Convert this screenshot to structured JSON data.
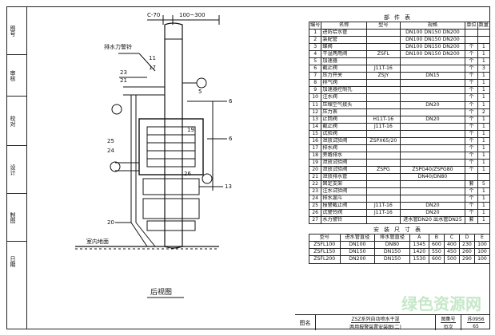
{
  "sidebar": [
    "图号",
    "审核",
    "校对",
    "设计",
    "制图",
    "日期"
  ],
  "drawing": {
    "dim_left": "C-70",
    "dim_right": "100~300",
    "drain_pipe": "排水力警铃",
    "ground": "室内地面",
    "view": "后视图",
    "labels": [
      "11",
      "17",
      "5",
      "23",
      "21",
      "6",
      "25",
      "26",
      "24",
      "6",
      "13",
      "20",
      "19"
    ]
  },
  "parts_table": {
    "caption": "部件表",
    "headers": [
      "编号",
      "名称",
      "型号",
      "规格",
      "单位",
      "数量"
    ],
    "rows": [
      [
        "1",
        "进防给水管",
        "",
        "DN100  DN150  DN200",
        "",
        ""
      ],
      [
        "2",
        "装配管",
        "",
        "DN100  DN150  DN200",
        "",
        ""
      ],
      [
        "3",
        "蝶阀",
        "",
        "DN100  DN150  DN200",
        "个",
        "1"
      ],
      [
        "4",
        "干湿两用阀",
        "ZSFL",
        "DN100  DN150  DN200",
        "个",
        "1"
      ],
      [
        "5",
        "加速器",
        "",
        "",
        "个",
        "1"
      ],
      [
        "6",
        "截止阀",
        "J11T-16",
        "",
        "个",
        "3"
      ],
      [
        "7",
        "压力开关",
        "ZSJY",
        "DN15",
        "个",
        "1"
      ],
      [
        "8",
        "排气阀",
        "",
        "",
        "个",
        "1"
      ],
      [
        "9",
        "加速器控制孔",
        "",
        "",
        "个",
        "1"
      ],
      [
        "10",
        "注水阀",
        "",
        "",
        "个",
        "1"
      ],
      [
        "11",
        "压缩空气接头",
        "",
        "DN20",
        "个",
        "1"
      ],
      [
        "12",
        "压力表",
        "",
        "",
        "个",
        "2"
      ],
      [
        "13",
        "止回阀",
        "H11T-16",
        "DN20",
        "个",
        "1"
      ],
      [
        "14",
        "截止阀",
        "J11T-16",
        "",
        "个",
        "1"
      ],
      [
        "15",
        "试验阀",
        "",
        "",
        "个",
        "1"
      ],
      [
        "16",
        "泄放试验阀",
        "ZSPX65/20",
        "",
        "个",
        "1"
      ],
      [
        "17",
        "排水阀",
        "",
        "",
        "个",
        "1"
      ],
      [
        "18",
        "旁路排水",
        "",
        "",
        "个",
        "1"
      ],
      [
        "19",
        "泄放试验阀",
        "",
        "",
        "个",
        "1"
      ],
      [
        "20",
        "泄放试验阀",
        "ZSPG",
        "ZSPG40/ZSPG80",
        "个",
        "1"
      ],
      [
        "21",
        "泄放排水管",
        "",
        "DN40/DN80",
        "",
        ""
      ],
      [
        "22",
        "固定支架",
        "",
        "",
        "套",
        "5"
      ],
      [
        "23",
        "注水试验阀",
        "",
        "",
        "个",
        "1"
      ],
      [
        "24",
        "排水漏斗",
        "",
        "",
        "个",
        "1"
      ],
      [
        "25",
        "报警截止阀",
        "J11T-16",
        "DN20",
        "个",
        "1"
      ],
      [
        "26",
        "试警铃阀",
        "J11T-16",
        "DN20",
        "个",
        "1"
      ],
      [
        "27",
        "水力警铃",
        "",
        "进水管DN20  出水管DN25",
        "套",
        "1"
      ]
    ]
  },
  "size_table": {
    "caption": "安装尺寸表",
    "headers": [
      "型号",
      "进水管直径",
      "排水管直径",
      "A",
      "B",
      "C",
      "D",
      "E"
    ],
    "rows": [
      [
        "ZSFL100",
        "DN100",
        "DN80",
        "1345",
        "600",
        "400",
        "230",
        "100"
      ],
      [
        "ZSFL150",
        "DN150",
        "DN150",
        "1420",
        "550",
        "450",
        "260",
        "100"
      ],
      [
        "ZSFL200",
        "DN200",
        "DN150",
        "1530",
        "600",
        "500",
        "290",
        "100"
      ]
    ]
  },
  "title_block": {
    "label": "图名",
    "title_line1": "ZSZ系列自动喷水干湿",
    "title_line2": "两用报警装置安装图(二)",
    "atlas_label": "图集号",
    "atlas_value": "苏09S6",
    "page_label": "页次",
    "page_value": "65"
  },
  "watermark": "绿色资源网"
}
